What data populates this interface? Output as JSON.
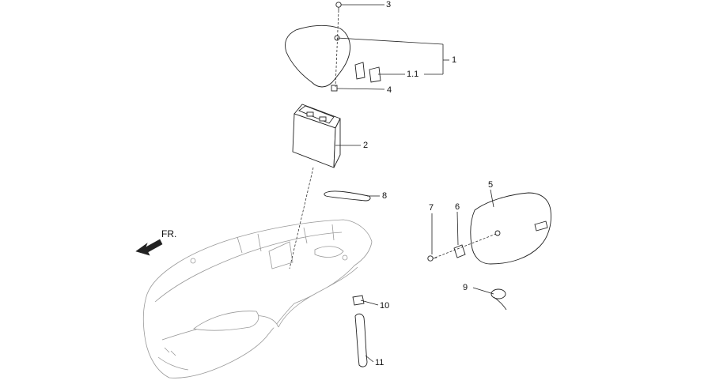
{
  "parts": {
    "p1": "1",
    "p1_1": "1.1",
    "p2": "2",
    "p3": "3",
    "p4": "4",
    "p5": "5",
    "p6": "6",
    "p7": "7",
    "p8": "8",
    "p9": "9",
    "p10": "10",
    "p11": "11"
  },
  "front_indicator": "FR."
}
